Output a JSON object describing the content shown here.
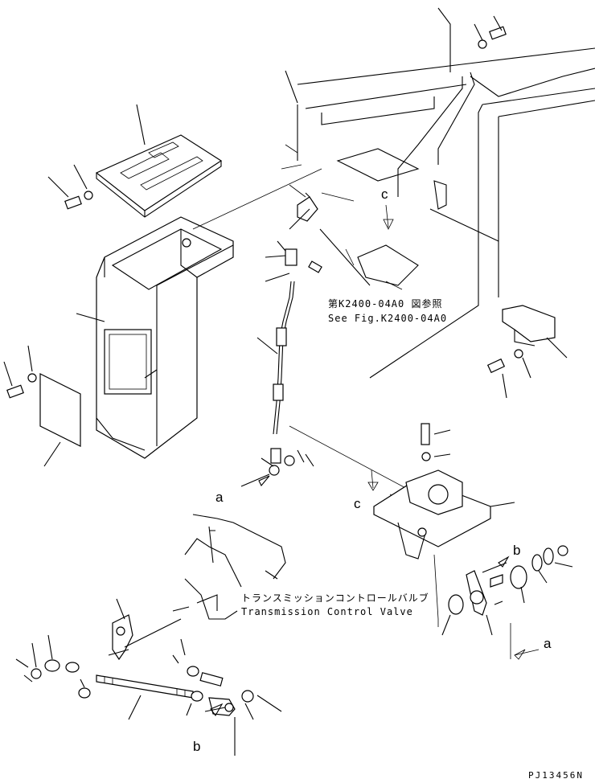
{
  "callouts": {
    "a": "a",
    "b": "b",
    "c": "c"
  },
  "references": {
    "fig_jp": "第K2400-04A0 図参照",
    "fig_en": "See Fig.K2400-04A0",
    "valve_jp": "トランスミッションコントロールバルブ",
    "valve_en": "Transmission Control Valve"
  },
  "drawing_code": "PJ13456N"
}
